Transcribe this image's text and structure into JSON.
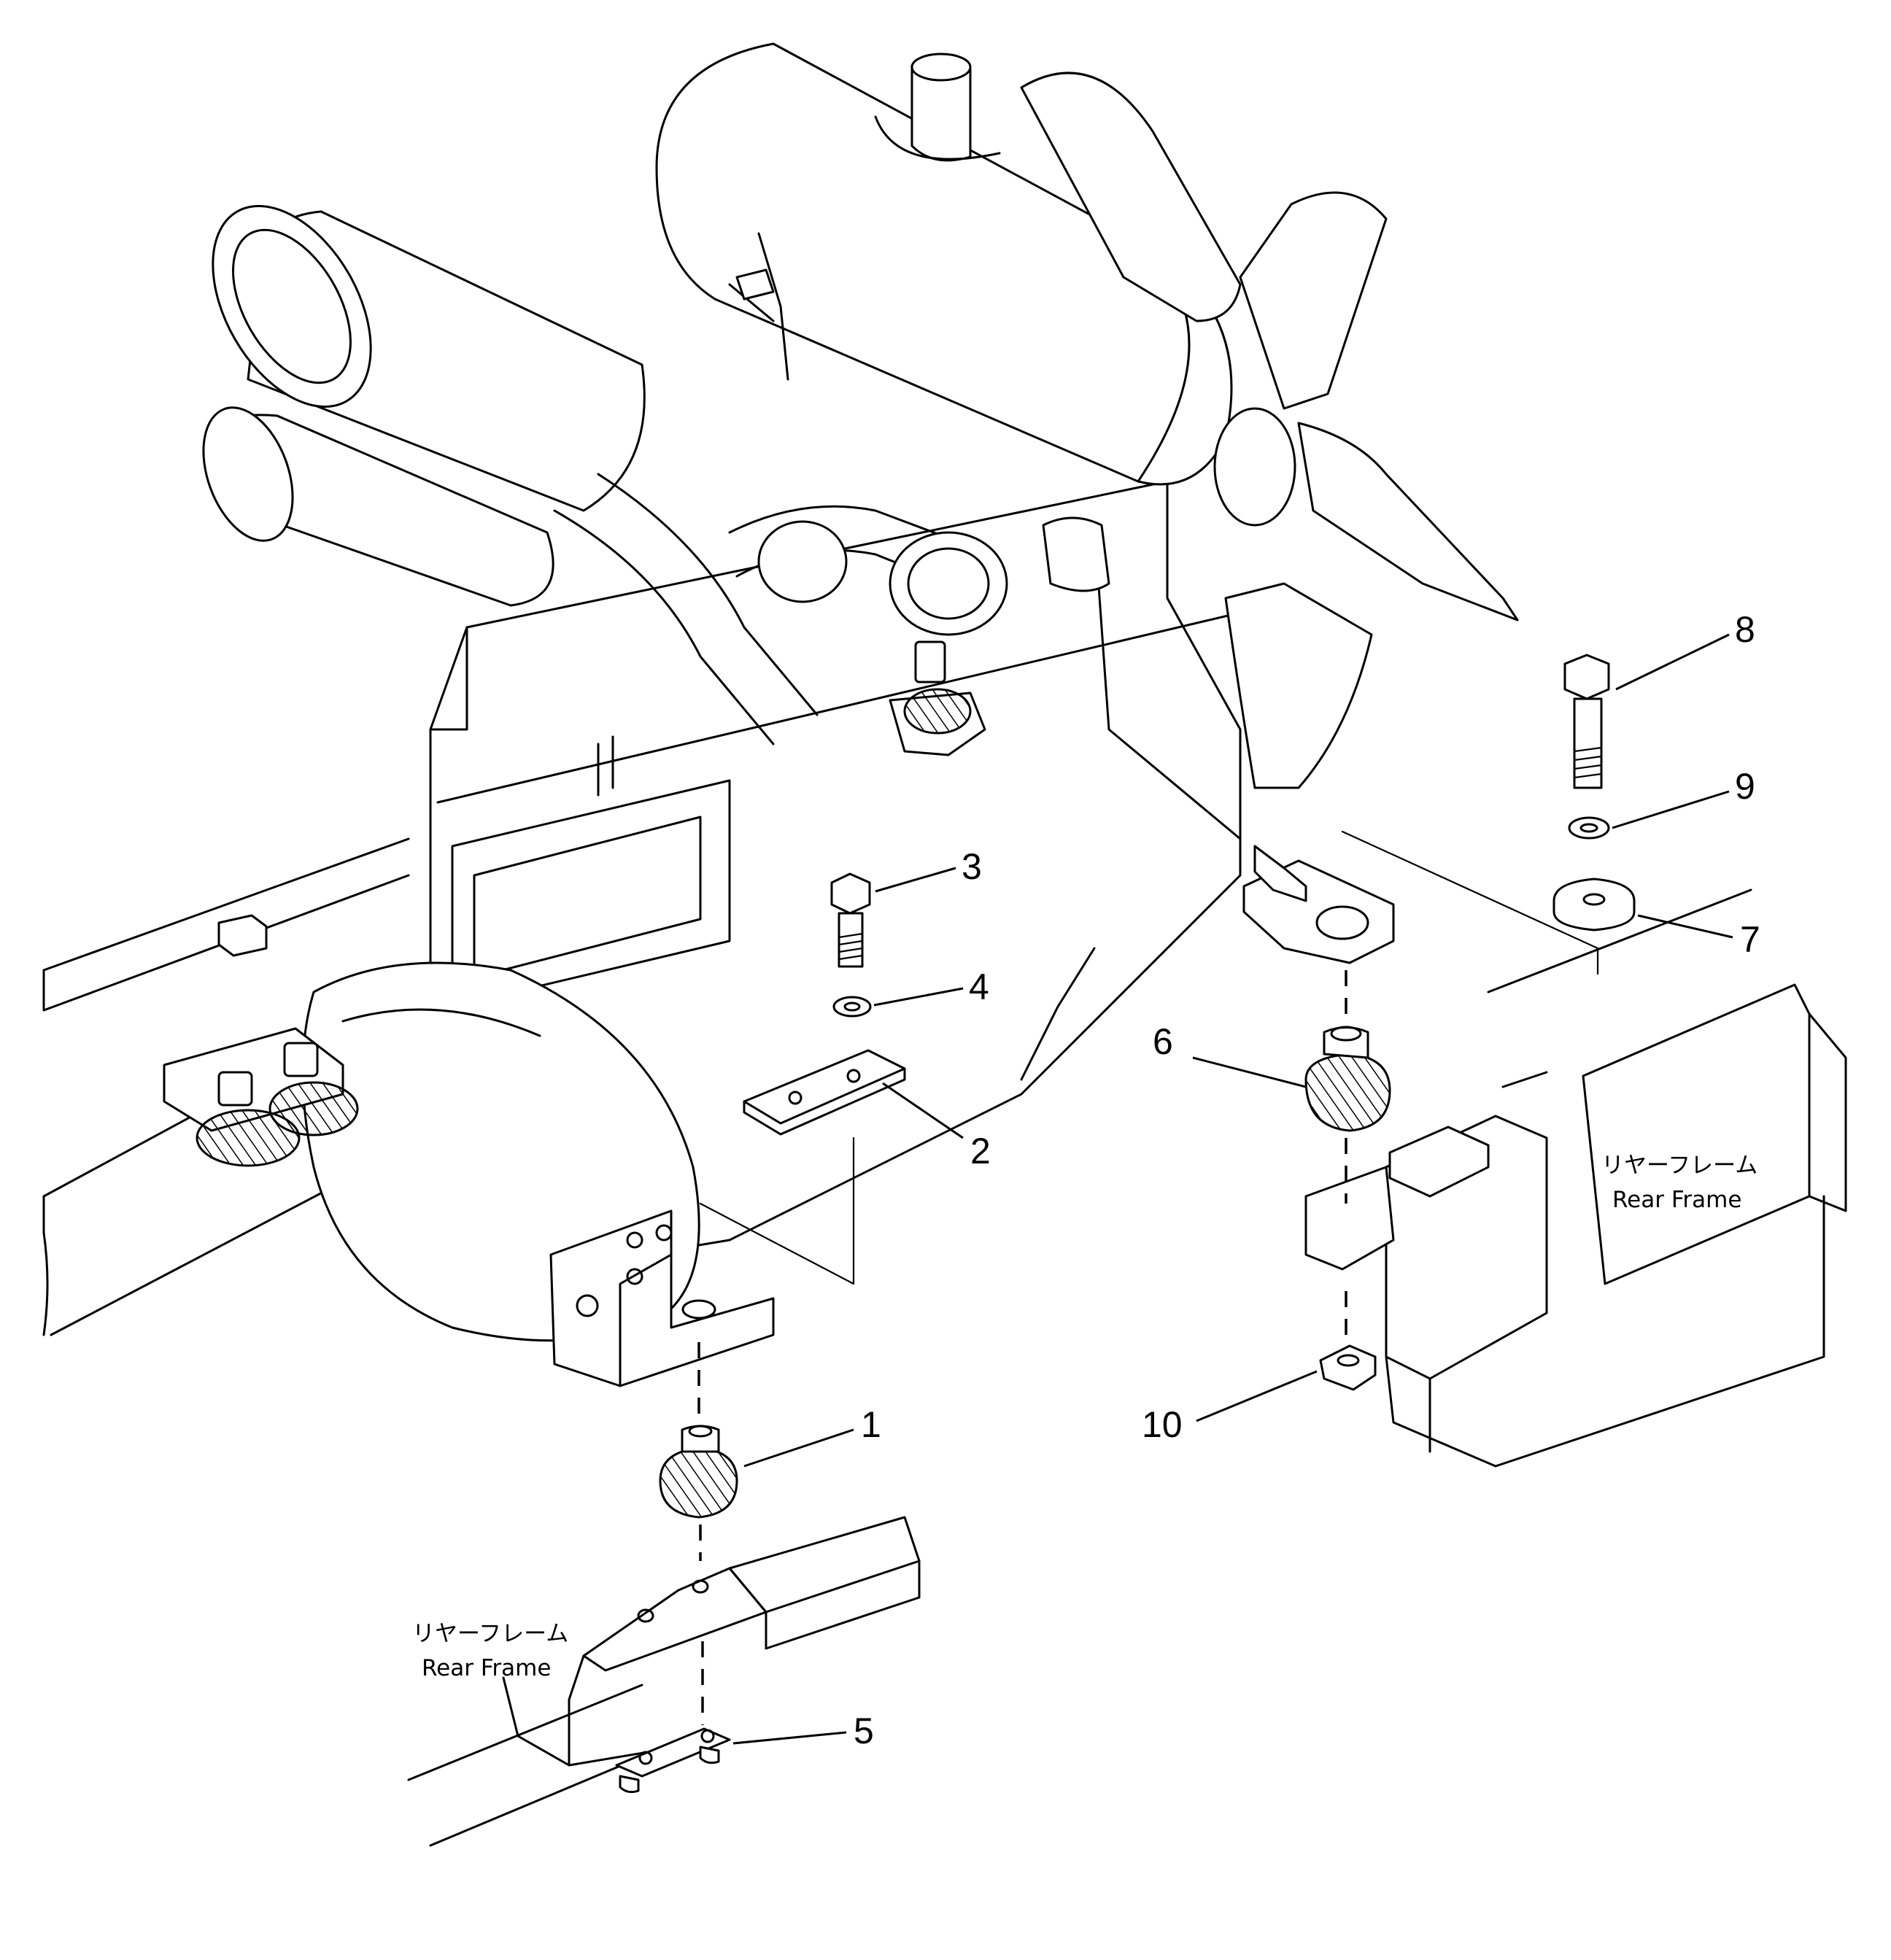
{
  "callouts": [
    {
      "id": "1",
      "text": "1"
    },
    {
      "id": "2",
      "text": "2"
    },
    {
      "id": "3",
      "text": "3"
    },
    {
      "id": "4",
      "text": "4"
    },
    {
      "id": "5",
      "text": "5"
    },
    {
      "id": "6",
      "text": "6"
    },
    {
      "id": "7",
      "text": "7"
    },
    {
      "id": "8",
      "text": "8"
    },
    {
      "id": "9",
      "text": "9"
    },
    {
      "id": "10",
      "text": "10"
    }
  ],
  "frame_labels": {
    "right": {
      "jp": "リヤーフレーム",
      "en": "Rear Frame"
    },
    "left": {
      "jp": "リヤーフレーム",
      "en": "Rear Frame"
    }
  }
}
